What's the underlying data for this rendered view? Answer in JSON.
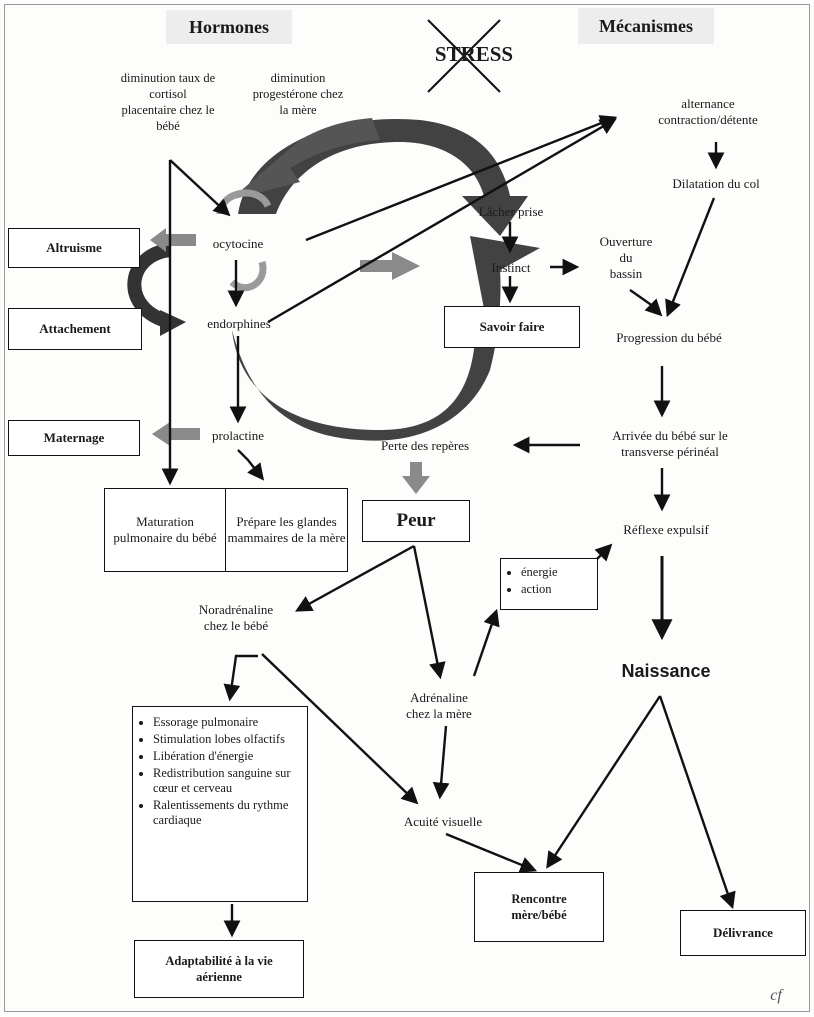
{
  "headers": {
    "hormones": "Hormones",
    "mecanismes": "Mécanismes"
  },
  "stress": "STRESS",
  "hormones": {
    "cortisol": "diminution taux de\ncortisol\nplacentaire chez le\nbébé",
    "progesterone": "diminution\nprogestérone chez\nla mère",
    "ocytocine": "ocytocine",
    "endorphines": "endorphines",
    "prolactine": "prolactine"
  },
  "left_boxes": {
    "altruisme": "Altruisme",
    "attachement": "Attachement",
    "maternage": "Maternage"
  },
  "center": {
    "lacher_prise": "Lâcher prise",
    "instinct": "Instinct",
    "savoir_faire": "Savoir faire",
    "perte_reperes": "Perte des repères",
    "peur": "Peur"
  },
  "mecanismes": {
    "alternance": "alternance\ncontraction/détente",
    "dilatation": "Dilatation du col",
    "ouverture": "Ouverture\ndu\nbassin",
    "progression": "Progression du bébé",
    "arrivee": "Arrivée du bébé sur le\ntransverse périnéal",
    "reflexe": "Réflexe expulsif",
    "naissance": "Naissance"
  },
  "maturation": "Maturation\npulmonaire du\nbébé",
  "prepare": "Prépare les\nglandes\nmammaires de\nla mère",
  "energie_list": [
    "énergie",
    "action"
  ],
  "noradrenaline": "Noradrénaline\nchez le bébé",
  "adrenaline": "Adrénaline\nchez la mère",
  "acuite": "Acuité visuelle",
  "effects_list": [
    "Essorage pulmonaire",
    "Stimulation lobes olfactifs",
    "Libération d'énergie",
    "Redistribution sanguine sur cœur et cerveau",
    "Ralentissements du rythme cardiaque"
  ],
  "bottom": {
    "adaptabilite": "Adaptabilité à la vie\naérienne",
    "rencontre": "Rencontre\nmère/bébé",
    "delivrance": "Délivrance"
  },
  "signature": "cf",
  "colors": {
    "dark_arrow": "#2e2e2e",
    "grey_arrow": "#8a8a8a",
    "header_bg": "#ededed"
  }
}
